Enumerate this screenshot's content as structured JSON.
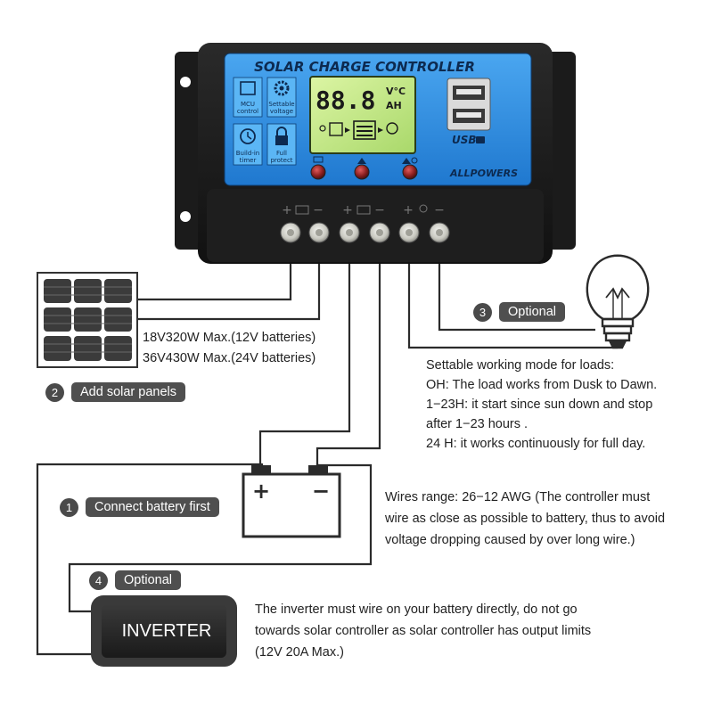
{
  "controller": {
    "title": "SOLAR CHARGE CONTROLLER",
    "lcd_digits": "88.8",
    "lcd_unit_top": "V°C",
    "lcd_unit_bottom": "AH",
    "brand": "ALLPOWERS",
    "usb_label": "USB",
    "feature_mcu": [
      "MCU",
      "control"
    ],
    "feature_settable": [
      "Settable",
      "voltage"
    ],
    "feature_timer": [
      "Build-in",
      "timer"
    ],
    "feature_protect": [
      "Full",
      "protect"
    ],
    "terminal_signs": [
      "+",
      "−",
      "+",
      "−",
      "+",
      "−"
    ]
  },
  "solar": {
    "spec_12v": "18V320W Max.(12V batteries)",
    "spec_24v": "36V430W Max.(24V batteries)"
  },
  "steps": {
    "solar": {
      "num": "2",
      "label": "Add solar panels"
    },
    "battery": {
      "num": "1",
      "label": "Connect battery first"
    },
    "load": {
      "num": "3",
      "label": "Optional"
    },
    "inverter": {
      "num": "4",
      "label": "Optional"
    }
  },
  "battery": {
    "plus": "+",
    "minus": "−"
  },
  "load_modes": [
    "Settable working mode for loads:",
    "OH: The load works from Dusk to Dawn.",
    "1−23H: it start since sun down and stop",
    "after 1−23 hours .",
    "24 H: it works continuously for full day."
  ],
  "wires_note": [
    "Wires range: 26−12 AWG (The controller must",
    "wire as close as possible to battery, thus to avoid",
    "voltage dropping caused by over long wire.)"
  ],
  "inverter": {
    "label": "INVERTER",
    "note": [
      "The inverter must wire on your battery directly, do not go",
      "towards solar controller as solar controller has output limits",
      "(12V 20A Max.)"
    ]
  },
  "colors": {
    "panel_blue": "#2f8fe0",
    "lcd_green": "#c9ec8a",
    "body_dark": "#1c1c1c",
    "badge": "#4f4f4f"
  }
}
